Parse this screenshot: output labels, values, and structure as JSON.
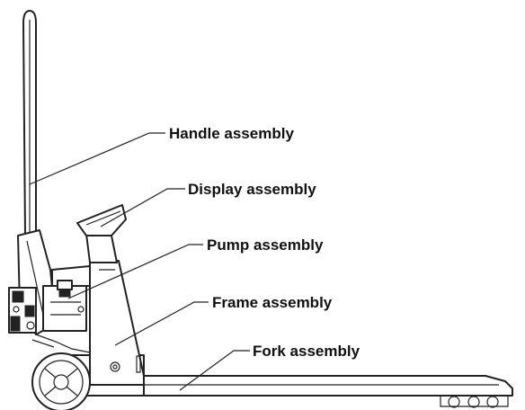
{
  "labels": {
    "handle": "Handle assembly",
    "display": "Display assembly",
    "pump": "Pump assembly",
    "frame": "Frame assembly",
    "fork": "Fork assembly"
  },
  "colors": {
    "line": "#222222",
    "background": "#ffffff"
  }
}
